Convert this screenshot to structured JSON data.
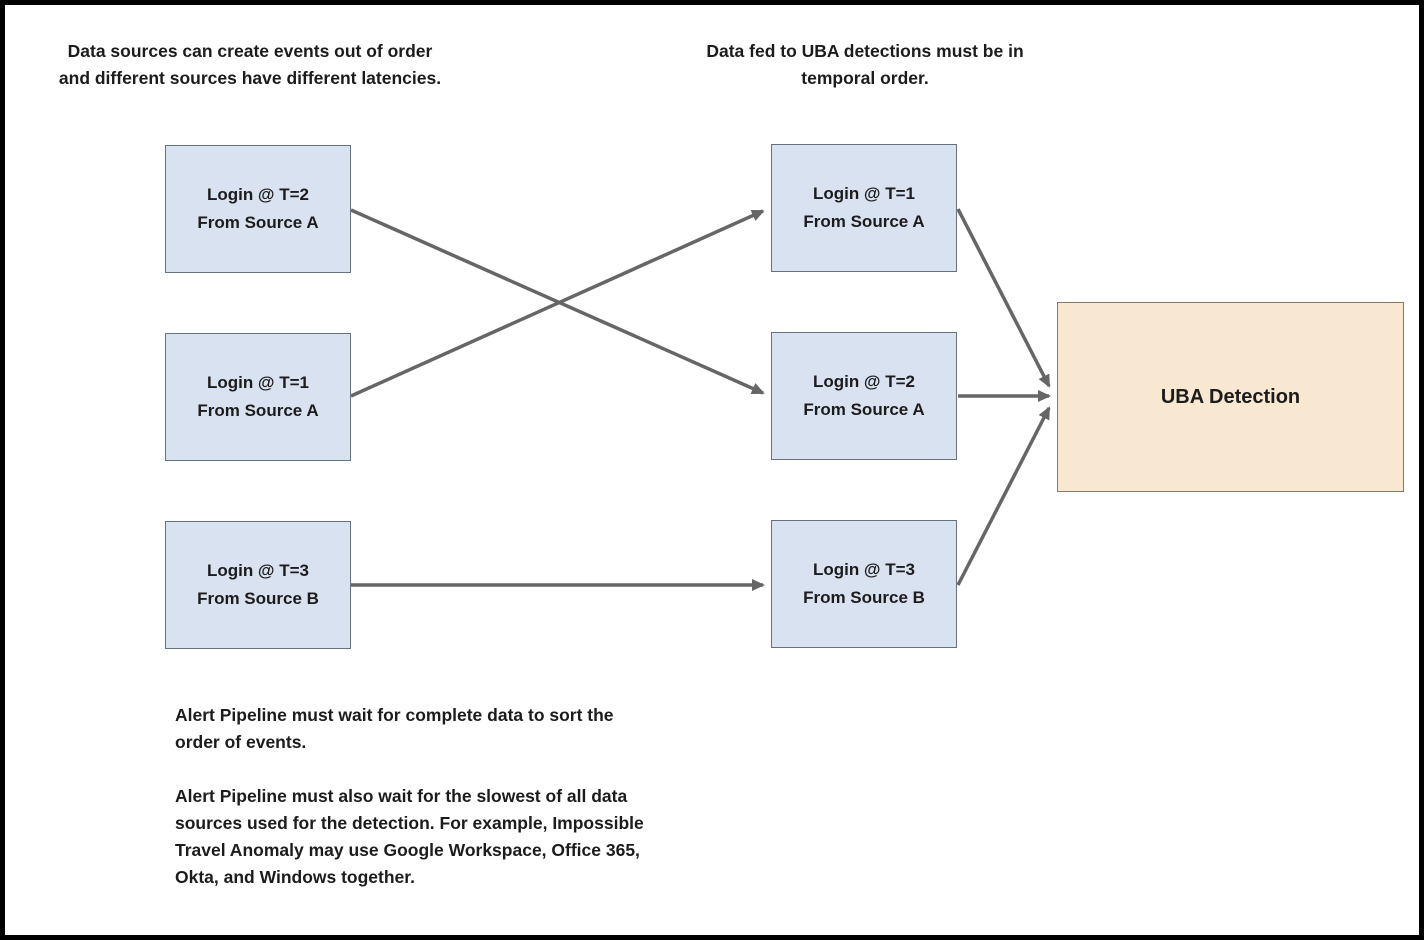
{
  "colors": {
    "canvas-border": "#000000",
    "box-blue-fill": "#d9e2f1",
    "box-blue-border": "#65737e",
    "box-tan-fill": "#f8e8d2",
    "box-tan-border": "#8c7a5e",
    "arrow": "#666666",
    "text": "#1c1c1c"
  },
  "captions": {
    "top_left": "Data sources can create events out of order\nand different sources have different latencies.",
    "top_right": "Data fed to UBA detections must be in\ntemporal order.",
    "bottom_p1": "Alert Pipeline must wait for complete data to sort the order of events.",
    "bottom_p2": "Alert Pipeline must also wait for the slowest of all data sources used for the detection. For example, Impossible Travel Anomaly may use Google Workspace, Office 365, Okta, and Windows together."
  },
  "source_boxes": [
    {
      "label": "Login @ T=2\nFrom Source A"
    },
    {
      "label": "Login @ T=1\nFrom Source A"
    },
    {
      "label": "Login @ T=3\nFrom Source B"
    }
  ],
  "sorted_boxes": [
    {
      "label": "Login @ T=1\nFrom Source A"
    },
    {
      "label": "Login @ T=2\nFrom Source A"
    },
    {
      "label": "Login @ T=3\nFrom Source B"
    }
  ],
  "detection_box": {
    "label": "UBA Detection"
  }
}
